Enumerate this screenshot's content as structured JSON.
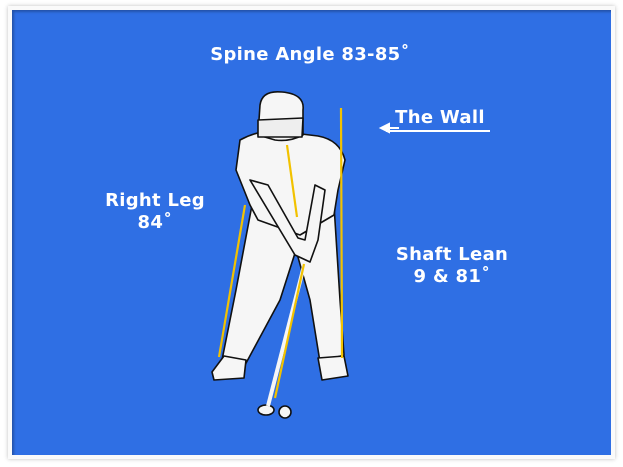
{
  "labels": {
    "spine_angle": "Spine Angle 83-85˚",
    "the_wall": "The Wall",
    "right_leg": "Right Leg",
    "right_leg_value": "84˚",
    "shaft_lean": "Shaft Lean",
    "shaft_lean_value": "9 & 81˚"
  },
  "colors": {
    "background": "#2f6fe4",
    "guide_line": "#f2c200",
    "text": "#ffffff"
  }
}
